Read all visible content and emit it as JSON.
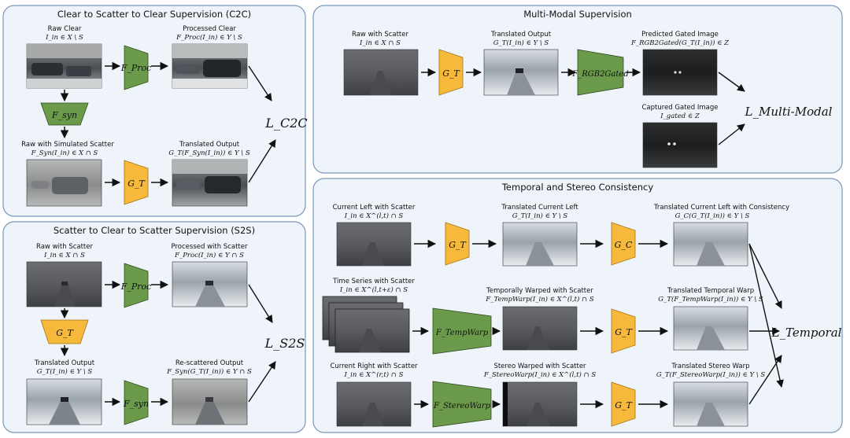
{
  "panels": {
    "c2c": {
      "title": "Clear to Scatter to Clear Supervision (C2C)",
      "raw_label": "Raw Clear",
      "raw_formula": "I_in ∈ X \\ S",
      "proc_label": "Processed Clear",
      "proc_formula": "F_Proc(I_in) ∈ Y \\ S",
      "sim_label": "Raw with Simulated Scatter",
      "sim_formula": "F_Syn(I_in) ∈ X ∩ S",
      "trans_label": "Translated Output",
      "trans_formula": "G_T(F_Syn(I_in)) ∈ Y \\ S",
      "block_proc": "F_Proc",
      "block_syn": "F_syn",
      "block_gt": "G_T",
      "loss": "L_C2C"
    },
    "s2s": {
      "title": "Scatter to Clear to Scatter Supervision (S2S)",
      "raw_label": "Raw with Scatter",
      "raw_formula": "I_in ∈ X ∩ S",
      "proc_label": "Processed with Scatter",
      "proc_formula": "F_Proc(I_in) ∈ Y ∩ S",
      "trans_label": "Translated Output",
      "trans_formula": "G_T(I_in) ∈ Y \\ S",
      "rescat_label": "Re-scattered Output",
      "rescat_formula": "F_Syn(G_T(I_in)) ∈ Y ∩ S",
      "block_proc": "F_Proc",
      "block_gt": "G_T",
      "block_syn": "F_syn",
      "loss": "L_S2S"
    },
    "mm": {
      "title": "Multi-Modal Supervision",
      "raw_label": "Raw with Scatter",
      "raw_formula": "I_in ∈ X ∩ S",
      "trans_label": "Translated Output",
      "trans_formula": "G_T(I_in) ∈ Y \\ S",
      "pred_label": "Predicted Gated Image",
      "pred_formula": "F_RGB2Gated(G_T(I_in)) ∈ Z",
      "capt_label": "Captured Gated Image",
      "capt_formula": "I_gated ∈ Z",
      "block_gt": "G_T",
      "block_rgb": "F_RGB2Gated",
      "loss": "L_Multi-Modal"
    },
    "tsc": {
      "title": "Temporal and Stereo Consistency",
      "cl_label": "Current Left with Scatter",
      "cl_formula": "I_in ∈ X^(l,t) ∩ S",
      "tcl_label": "Translated Current Left",
      "tcl_formula": "G_T(I_in) ∈ Y \\ S",
      "tclc_label": "Translated Current Left with Consistency",
      "tclc_formula": "G_C(G_T(I_in)) ∈ Y \\ S",
      "ts_label": "Time Series with Scatter",
      "ts_formula": "I_in ∈ X^(l,t+ε) ∩ S",
      "tw_label": "Temporally Warped with Scatter",
      "tw_formula": "F_TempWarp(I_in) ∈ X^(l,t) ∩ S",
      "ttw_label": "Translated Temporal Warp",
      "ttw_formula": "G_T(F_TempWarp(I_in)) ∈ Y \\ S",
      "cr_label": "Current Right with Scatter",
      "cr_formula": "I_in ∈ X^(r,t) ∩ S",
      "sw_label": "Stereo Warped with Scatter",
      "sw_formula": "F_StereoWarp(I_in) ∈ X^(l,t) ∩ S",
      "tsw_label": "Translated Stereo Warp",
      "tsw_formula": "G_T(F_StereoWarp(I_in)) ∈ Y \\ S",
      "block_gt": "G_T",
      "block_gc": "G_C",
      "block_tempwarp": "F_TempWarp",
      "block_stereowarp": "F_StereoWarp",
      "loss": "L_Temporal"
    }
  },
  "colors": {
    "panel_fill": "#eef4f9",
    "panel_stroke": "#7a98b8",
    "green_block": "#6a9a4a",
    "yellow_block": "#f6b93b",
    "arrow": "#111111"
  }
}
